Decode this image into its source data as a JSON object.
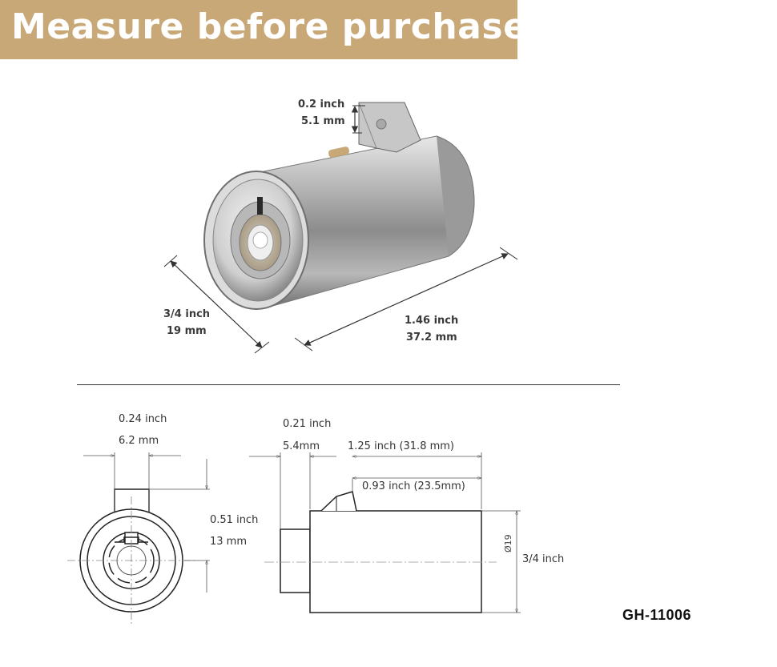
{
  "banner": {
    "title": "Measure before purchase",
    "background": "#c9a877",
    "text_color": "#ffffff"
  },
  "photo": {
    "tab_thickness": {
      "inch": "0.2 inch",
      "mm": "5.1 mm"
    },
    "diameter": {
      "inch": "3/4 inch",
      "mm": "19 mm"
    },
    "length": {
      "inch": "1.46 inch",
      "mm": "37.2 mm"
    }
  },
  "drawing_front": {
    "tab_width": {
      "inch": "0.24 inch",
      "mm": "6.2 mm"
    },
    "tab_height": {
      "inch": "0.51 inch",
      "mm": "13 mm"
    }
  },
  "drawing_side": {
    "collar": {
      "inch": "0.21 inch",
      "mm": "5.4mm"
    },
    "body_length": "1.25 inch (31.8 mm)",
    "tab_offset": "0.93 inch (23.5mm)",
    "diameter_symbol": "Ø19",
    "diameter": "3/4 inch"
  },
  "model_number": "GH-11006"
}
